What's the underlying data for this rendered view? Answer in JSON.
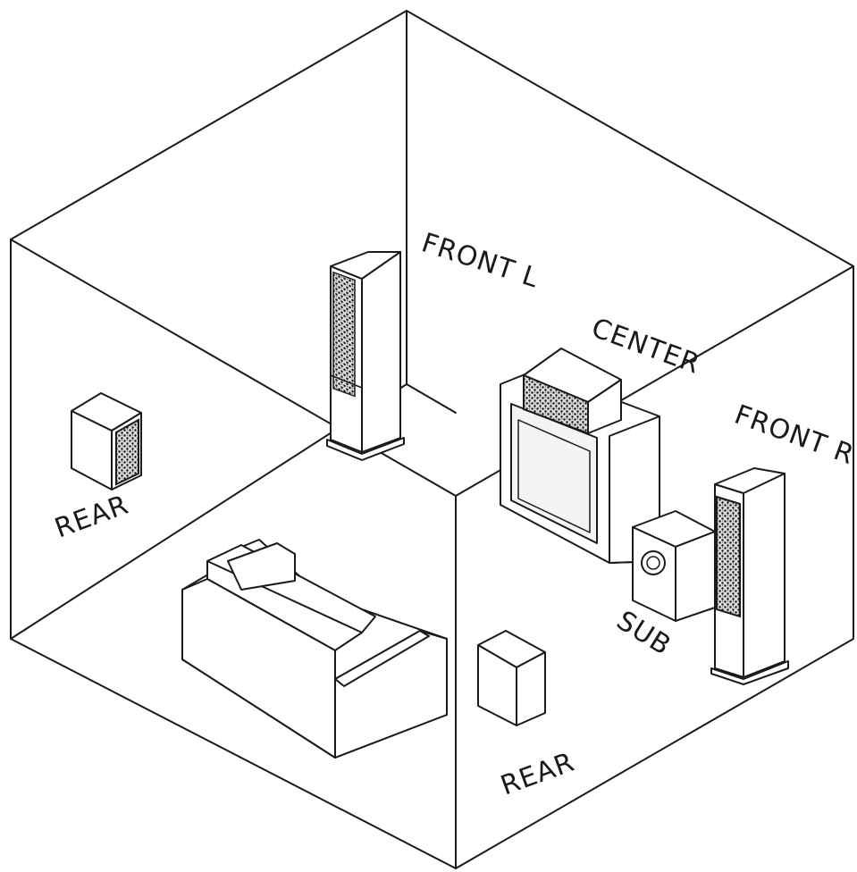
{
  "labels": {
    "front_left": "FRONT L",
    "center": "CENTER",
    "front_right": "FRONT R",
    "rear_left": "REAR",
    "rear_right": "REAR",
    "subwoofer": "SUB"
  },
  "colors": {
    "line": "#1a1a1a",
    "background": "#ffffff",
    "grille_fill": "#dcdcdc"
  }
}
